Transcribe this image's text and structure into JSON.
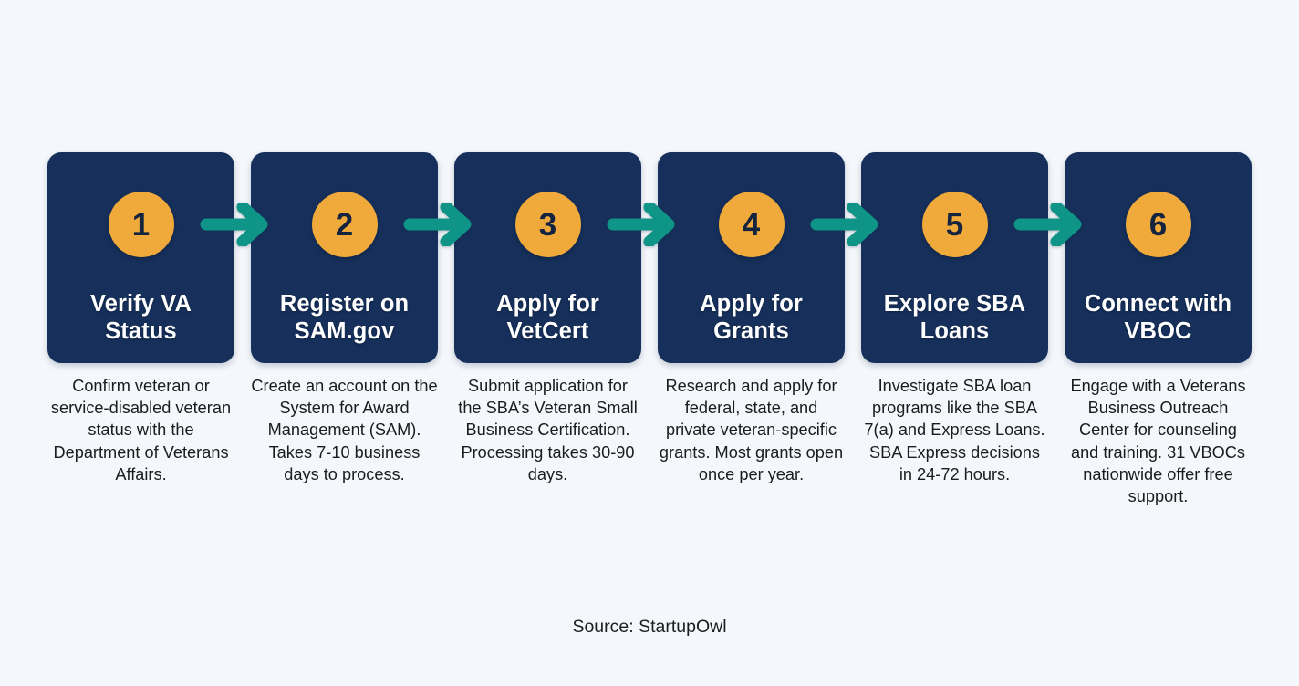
{
  "canvas": {
    "background_color": "#f4f7fb",
    "card_color": "#16305b",
    "badge_color": "#f0a93b",
    "arrow_color": "#0f9488",
    "title_color": "#ffffff",
    "body_text_color": "#1c1c1c"
  },
  "steps": [
    {
      "number": "1",
      "title": "Verify VA Status",
      "description": "Confirm veteran or service-disabled veteran status with the Department of Veterans Affairs."
    },
    {
      "number": "2",
      "title": "Register on SAM.gov",
      "description": "Create an account on the System for Award Management (SAM). Takes 7-10 business days to process."
    },
    {
      "number": "3",
      "title": "Apply for VetCert",
      "description": "Submit application for the SBA’s Veteran Small Business Certification. Processing takes 30-90 days."
    },
    {
      "number": "4",
      "title": "Apply for Grants",
      "description": "Research and apply for federal, state, and private veteran-specific grants. Most grants open once per year."
    },
    {
      "number": "5",
      "title": "Explore SBA Loans",
      "description": "Investigate SBA loan programs like the SBA 7(a) and Express Loans. SBA Express decisions in 24-72 hours."
    },
    {
      "number": "6",
      "title": "Connect with VBOC",
      "description": "Engage with a Veterans Business Outreach Center for counseling and training. 31 VBOCs nationwide offer free support."
    }
  ],
  "connectors": [
    {
      "icon": "arrow-right-icon"
    },
    {
      "icon": "arrow-right-icon"
    },
    {
      "icon": "arrow-right-icon"
    },
    {
      "icon": "arrow-right-icon"
    },
    {
      "icon": "arrow-right-icon"
    }
  ],
  "footer": {
    "source": "Source: StartupOwl"
  }
}
